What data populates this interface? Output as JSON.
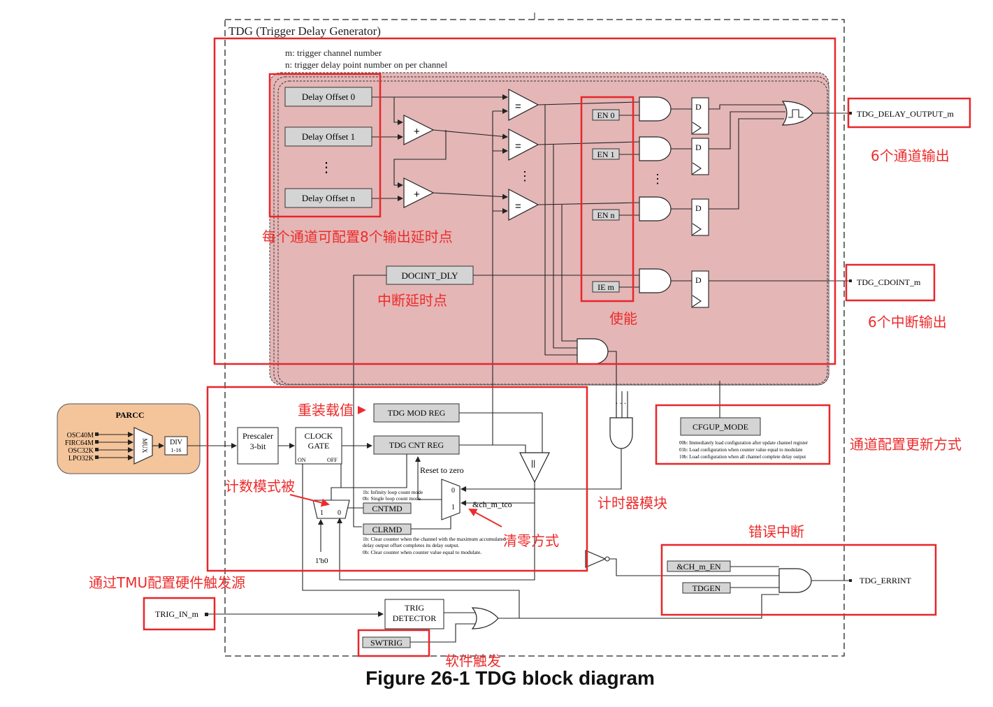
{
  "title": "TDG (Trigger Delay Generator)",
  "notes": [
    "m: trigger channel number",
    "n: trigger delay point number on per channel"
  ],
  "offsets": [
    "Delay Offset 0",
    "Delay Offset 1",
    "Delay Offset n"
  ],
  "enables": [
    "EN 0",
    "EN 1",
    "EN n",
    "IE m"
  ],
  "docint": "DOCINT_DLY",
  "dff_label": "D",
  "outputs": {
    "delay": "TDG_DELAY_OUTPUT_m",
    "cdoint": "TDG_CDOINT_m",
    "errint": "TDG_ERRINT"
  },
  "parcc": {
    "title": "PARCC",
    "clocks": [
      "OSC40M",
      "FIRC64M",
      "OSC32K",
      "LPO32K"
    ],
    "mux": "MUX",
    "div": [
      "DIV",
      "1-16"
    ]
  },
  "prescaler": [
    "Prescaler",
    "3-bit"
  ],
  "clock_gate": {
    "label": [
      "CLOCK",
      "GATE"
    ],
    "on": "ON",
    "off": "OFF"
  },
  "mod_reg": "TDG MOD REG",
  "cnt_reg": "TDG CNT REG",
  "reset_label": "Reset to zero",
  "mux_labels": {
    "zero": "0",
    "one": "1"
  },
  "cntmd": {
    "label": "CNTMD",
    "desc": [
      "1b: Infinity loop count mode",
      "0b: Single loop count mode"
    ]
  },
  "clrmd": {
    "label": "CLRMD",
    "desc": [
      "1b: Clear counter when the channel with the maximum accumulated",
      "delay output offset completes its delay output.",
      "0b: Clear counter when counter value equal to modulate."
    ]
  },
  "ch_tco": "&ch_m_tco",
  "one_b0": "1'b0",
  "cfgup": {
    "label": "CFGUP_MODE",
    "desc": [
      "00b: Immediately load configuration after update channel register",
      "01b: Load configuration when counter value equal to modulate",
      "10b: Load configuration when all channel complete delay output"
    ]
  },
  "err_regs": [
    "&CH_m_EN",
    "TDGEN"
  ],
  "trig_in": "TRIG_IN_m",
  "trig_detector": [
    "TRIG",
    "DETECTOR"
  ],
  "swtrig": "SWTRIG",
  "ellipsis": "⋮",
  "annotations": {
    "delay_points": "每个通道可配置8个输出延时点",
    "six_ch_out": "6个通道输出",
    "int_delay": "中断延时点",
    "enable": "使能",
    "six_int_out": "6个中断输出",
    "reload": "重装载值",
    "cfg_update": "通道配置更新方式",
    "cnt_mode": "计数模式被",
    "timer_module": "计时器模块",
    "clear_mode": "清零方式",
    "err_int": "错误中断",
    "tmu_src": "通过TMU配置硬件触发源",
    "soft_trig": "软件触发"
  },
  "caption": "Figure 26-1 TDG block diagram"
}
